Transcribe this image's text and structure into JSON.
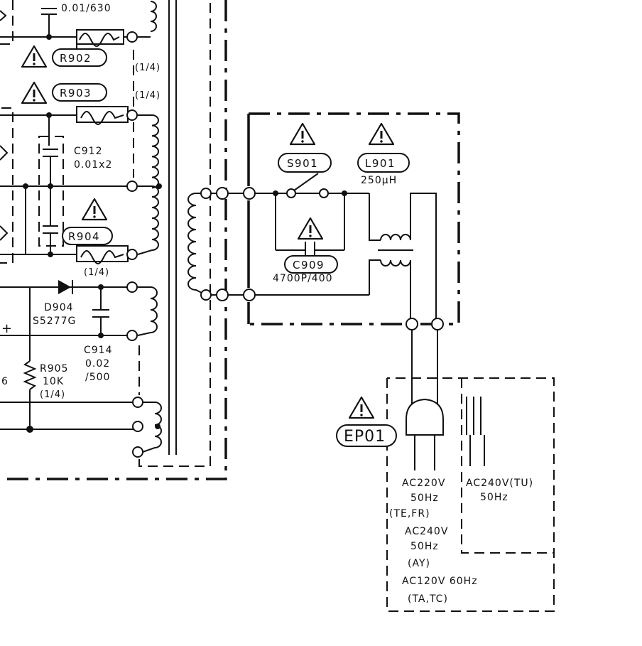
{
  "labels": {
    "c_top_value": "0.01/630",
    "r902": "R902",
    "r902_watt": "(1/4)",
    "r903": "R903",
    "r903_watt": "(1/4)",
    "c912": "C912",
    "c912_value": "0.01x2",
    "r904": "R904",
    "r904_watt": "(1/4)",
    "d904": "D904",
    "d904_part": "S5277G",
    "c914": "C914",
    "c914_value_1": "0.02",
    "c914_value_2": "/500",
    "r905": "R905",
    "r905_value": "10K",
    "r905_watt": "(1/4)",
    "left_edge_digit": "6",
    "plus_sign": "+",
    "s901": "S901",
    "l901": "L901",
    "l901_value": "250µH",
    "c909": "C909",
    "c909_value": "4700P/400",
    "ep01": "EP01",
    "plug_note_1": "AC220V",
    "plug_note_2": "50Hz",
    "plug_note_3": "(TE,FR)",
    "plug_note_4": "AC240V",
    "plug_note_5": "50Hz",
    "plug_note_6": "(AY)",
    "plug_note_7": "AC120V  60Hz",
    "plug_note_8": "(TA,TC)",
    "plug_alt_1": "AC240V(TU)",
    "plug_alt_2": "50Hz"
  },
  "icons": {
    "warning": "warning-triangle-icon",
    "plug": "ac-plug-icon",
    "inductor": "coil-icon"
  },
  "colors": {
    "ink": "#111111",
    "paper": "#ffffff"
  }
}
